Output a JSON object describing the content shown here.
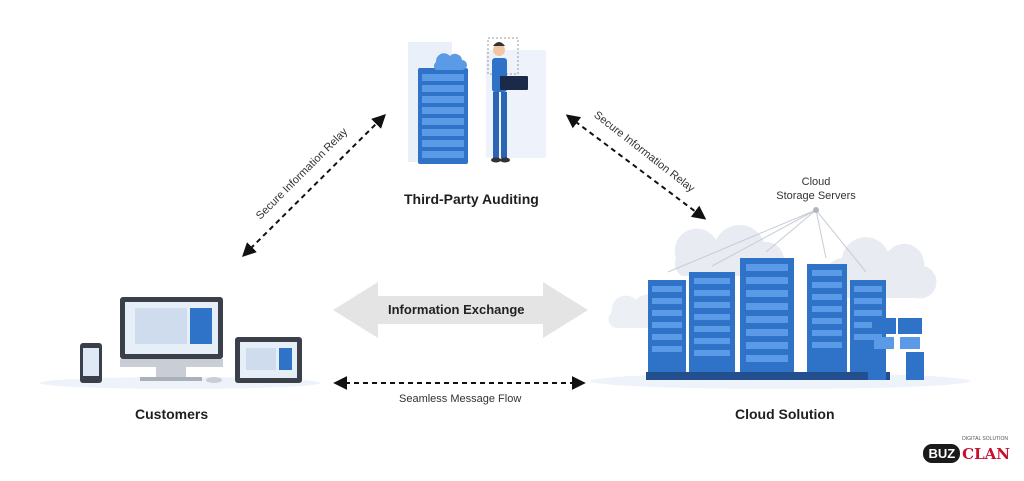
{
  "nodes": {
    "auditing": {
      "label": "Third-Party Auditing"
    },
    "customers": {
      "label": "Customers"
    },
    "cloud": {
      "label": "Cloud Solution",
      "servers_label": "Cloud\nStorage Servers"
    }
  },
  "edges": {
    "left_relay": "Secure Information Relay",
    "right_relay": "Secure Information Relay",
    "exchange": "Information Exchange",
    "message_flow": "Seamless Message Flow"
  },
  "logo": {
    "part1": "BUZ",
    "part2": "CLAN",
    "tagline": "DIGITAL SOLUTION"
  },
  "colors": {
    "server_blue": "#2f73c9",
    "server_light": "#5b9ae6",
    "arrow_gray": "#e4e4e4",
    "text": "#1f1f1f"
  }
}
